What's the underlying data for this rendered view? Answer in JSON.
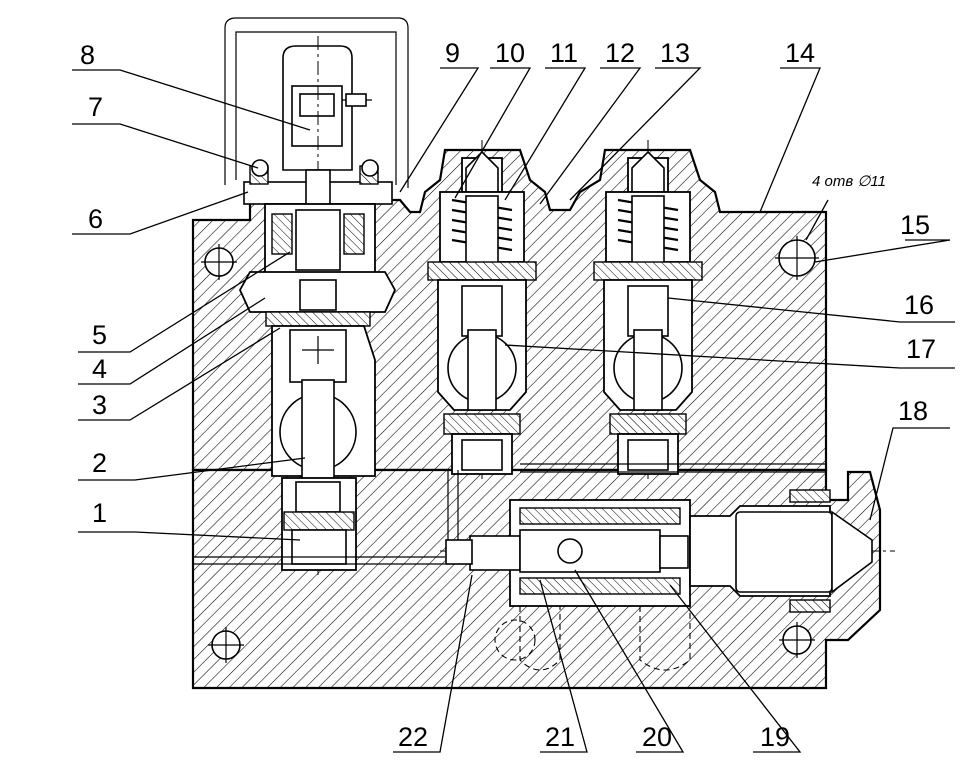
{
  "labels": {
    "l1": "1",
    "l2": "2",
    "l3": "3",
    "l4": "4",
    "l5": "5",
    "l6": "6",
    "l7": "7",
    "l8": "8",
    "l9": "9",
    "l10": "10",
    "l11": "11",
    "l12": "12",
    "l13": "13",
    "l14": "14",
    "l15": "15",
    "l16": "16",
    "l17": "17",
    "l18": "18",
    "l19": "19",
    "l20": "20",
    "l21": "21",
    "l22": "22"
  },
  "note": "4 отв ∅11"
}
